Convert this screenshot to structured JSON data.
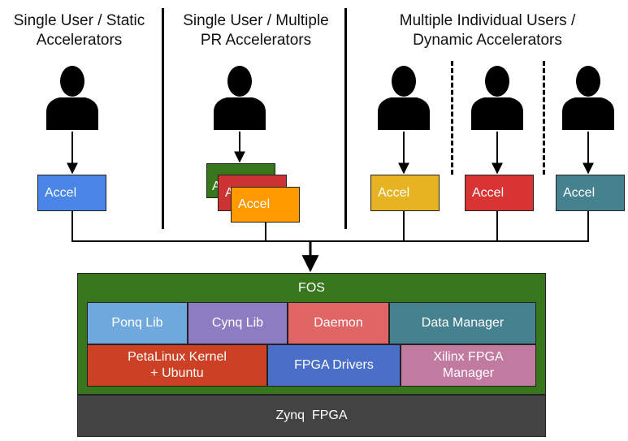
{
  "headers": {
    "static": [
      "Single User / Static",
      "Accelerators"
    ],
    "pr": [
      "Single User / Multiple",
      "PR Accelerators"
    ],
    "multi": [
      "Multiple Individual Users /",
      "Dynamic Accelerators"
    ]
  },
  "accel_label": "Accel",
  "accel_stack_partial_letter": "A",
  "fos_title": "FOS",
  "components": {
    "ponq": "Ponq Lib",
    "cynq": "Cynq Lib",
    "daemon": "Daemon",
    "data_manager": "Data Manager",
    "petalinux": [
      "PetaLinux Kernel",
      "+ Ubuntu"
    ],
    "fpga_drivers": "FPGA Drivers",
    "xilinx_mgr": [
      "Xilinx FPGA",
      "Manager"
    ]
  },
  "zynq": "Zynq  FPGA",
  "icons": [
    "user-icon"
  ],
  "colors": {
    "accel_blue": "#4a86e8",
    "accel_green": "#38761d",
    "accel_red": "#cc3333",
    "accel_orange": "#ff9900",
    "accel_yellow": "#e6b422",
    "accel_red2": "#d93434",
    "accel_teal": "#45818e",
    "fos_green": "#38761d",
    "ponq": "#6fa8dc",
    "cynq": "#8e7cc3",
    "daemon": "#e06666",
    "data_manager": "#45818e",
    "petalinux": "#cc4125",
    "fpga_drivers": "#4a6fc9",
    "xilinx_mgr": "#c27ba0",
    "zynq": "#434343"
  }
}
